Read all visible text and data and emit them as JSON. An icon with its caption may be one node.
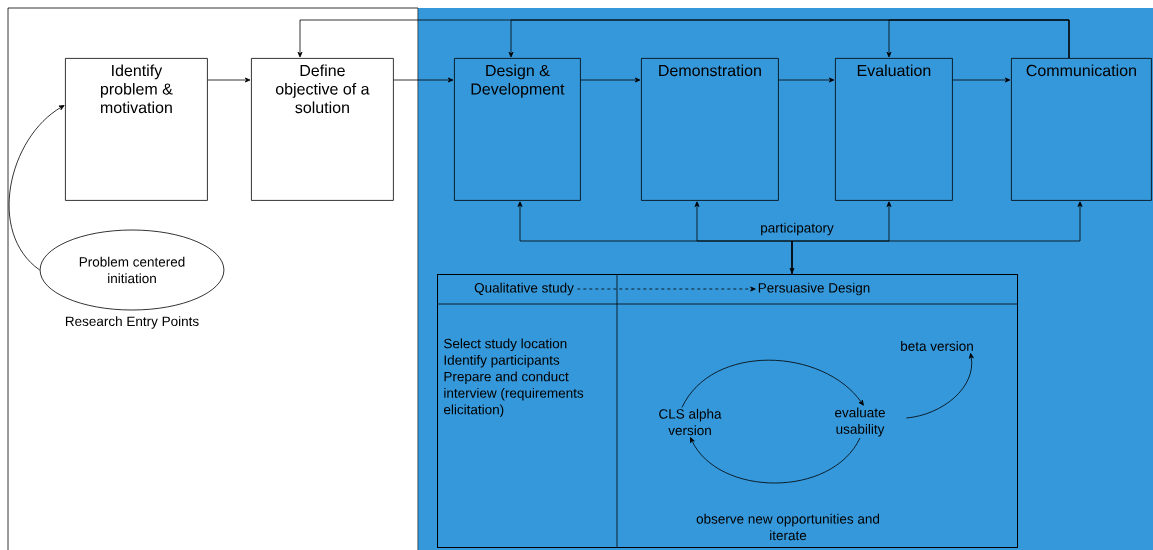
{
  "diagram": {
    "nodes": [
      {
        "text": [
          "Identify problem & motivation"
        ]
      },
      {
        "text": [
          "Define objective of a solution"
        ]
      },
      {
        "text": [
          "Design & Development"
        ]
      },
      {
        "text": [
          "Demonstration"
        ]
      },
      {
        "text": [
          "Evaluation"
        ]
      },
      {
        "text": [
          "Communication"
        ]
      },
      {
        "text": [
          "Problem centered initiation"
        ],
        "beside": [
          "Research Entry Points"
        ]
      },
      {
        "text": [],
        "shape": "box"
      },
      {
        "text": [
          "Qualitative study"
        ],
        "in": 7
      },
      {
        "text": [
          "Persuasive Design"
        ],
        "in": 7
      },
      {
        "text": [
          "Select study location",
          "Identify participants",
          "Prepare and conduct interview (requirements elicitation)"
        ],
        "in": 7
      },
      {
        "text": [
          "CLS alpha version"
        ],
        "in": 7
      },
      {
        "text": [
          "evaluate usability"
        ],
        "in": 7
      },
      {
        "text": [
          "beta version"
        ],
        "in": 7
      }
    ],
    "edges": [
      {
        "from": 6,
        "to": 0,
        "arrow": "to"
      },
      {
        "from": 0,
        "to": 1,
        "arrow": "to"
      },
      {
        "from": 1,
        "to": 2,
        "arrow": "to"
      },
      {
        "from": 2,
        "to": 3,
        "arrow": "to"
      },
      {
        "from": 3,
        "to": 4,
        "arrow": "to"
      },
      {
        "from": 4,
        "to": 5,
        "arrow": "to"
      },
      {
        "from": 5,
        "to": 1,
        "arrow": "to"
      },
      {
        "from": 5,
        "to": 2,
        "arrow": "to"
      },
      {
        "from": 5,
        "to": 4,
        "arrow": "to"
      },
      {
        "from": 7,
        "to": 2,
        "arrow": "to"
      },
      {
        "from": 7,
        "to": 3,
        "arrow": "to"
      },
      {
        "from": 7,
        "to": 4,
        "arrow": "both",
        "label": "participatory"
      },
      {
        "from": 7,
        "to": 5,
        "arrow": "to"
      },
      {
        "from": 8,
        "to": 9,
        "arrow": "to",
        "style": "dashed"
      },
      {
        "from": 11,
        "to": 12,
        "arrow": "to"
      },
      {
        "from": 12,
        "to": 11,
        "arrow": "to",
        "label": "observe new opportunities and iterate"
      },
      {
        "from": 12,
        "to": 13,
        "arrow": "to"
      }
    ]
  }
}
